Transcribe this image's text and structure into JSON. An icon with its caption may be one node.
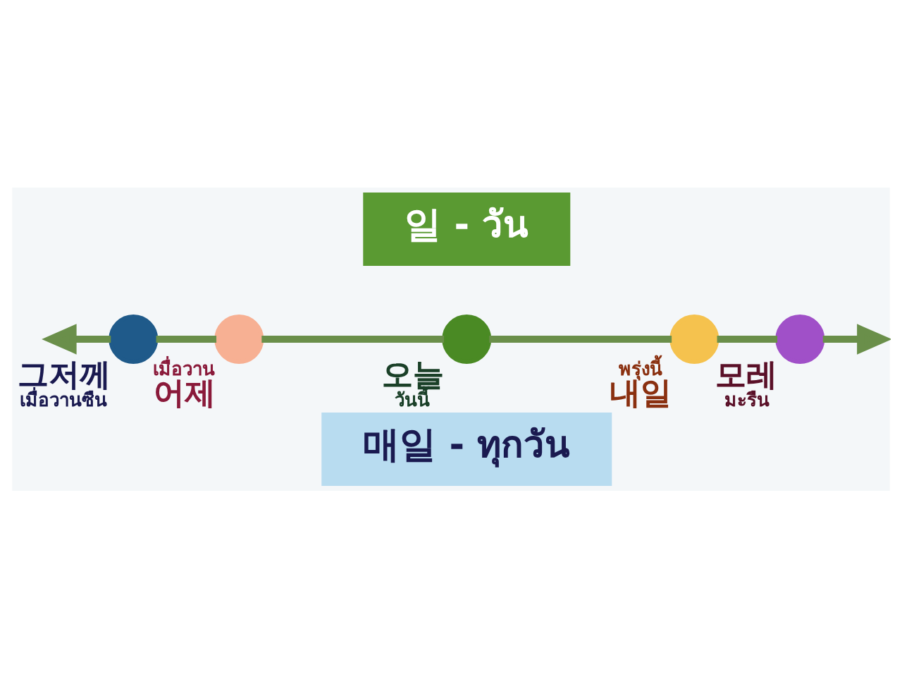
{
  "diagram": {
    "nodes": [
      {
        "text": [
          "일 - วัน"
        ]
      },
      {
        "text": [],
        "shape": "circle",
        "beside": [
          "그저께",
          "เมื่อวานซืน"
        ]
      },
      {
        "text": [],
        "shape": "circle",
        "beside": [
          "เมื่อวาน",
          "어제"
        ]
      },
      {
        "text": [],
        "shape": "circle",
        "beside": [
          "오늘",
          "วันนี้"
        ]
      },
      {
        "text": [],
        "shape": "circle",
        "beside": [
          "พรุ่งนี้",
          "내일"
        ]
      },
      {
        "text": [],
        "shape": "circle",
        "beside": [
          "모레",
          "มะรืน"
        ]
      },
      {
        "text": [
          "매일 - ทุกวัน"
        ]
      }
    ],
    "edges": [
      {
        "from": 1,
        "to": null,
        "arrow": "to"
      },
      {
        "from": 1,
        "to": 2,
        "arrow": "none"
      },
      {
        "from": 2,
        "to": 3,
        "arrow": "none"
      },
      {
        "from": 3,
        "to": 4,
        "arrow": "none"
      },
      {
        "from": 4,
        "to": 5,
        "arrow": "none"
      },
      {
        "from": 5,
        "to": null,
        "arrow": "to"
      }
    ]
  }
}
